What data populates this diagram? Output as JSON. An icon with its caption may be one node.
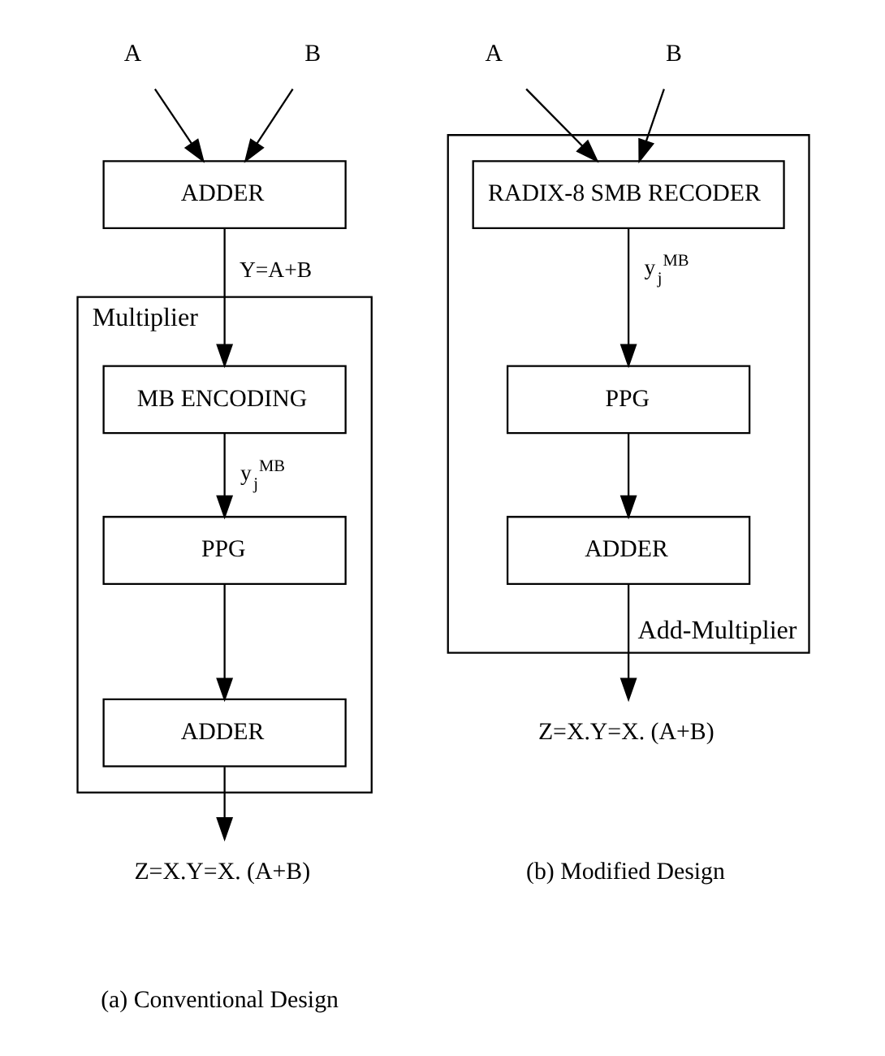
{
  "diagram": {
    "nodes": [
      {
        "text": [
          "A"
        ]
      },
      {
        "text": [
          "B"
        ]
      },
      {
        "text": [
          "ADDER"
        ]
      },
      {
        "text": [
          "Multiplier"
        ]
      },
      {
        "text": [
          "MB ENCODING"
        ],
        "in": 3
      },
      {
        "text": [
          "PPG"
        ],
        "in": 3
      },
      {
        "text": [
          "ADDER"
        ],
        "in": 3
      },
      {
        "text": [
          "Z=X.Y=X. (A+B)"
        ]
      },
      {
        "text": [
          "Add-Multiplier"
        ]
      },
      {
        "text": [
          "A"
        ]
      },
      {
        "text": [
          "B"
        ]
      },
      {
        "text": [
          "RADIX-8 SMB RECODER"
        ],
        "in": 8
      },
      {
        "text": [
          "PPG"
        ],
        "in": 8
      },
      {
        "text": [
          "ADDER"
        ],
        "in": 8
      },
      {
        "text": [
          "Z=X.Y=X. (A+B)"
        ]
      }
    ],
    "edges": [
      {
        "from": 0,
        "to": 2,
        "arrow": "to"
      },
      {
        "from": 1,
        "to": 2,
        "arrow": "to"
      },
      {
        "from": 2,
        "to": 4,
        "arrow": "to",
        "label": "Y=A+B"
      },
      {
        "from": 4,
        "to": 5,
        "arrow": "to",
        "label": "y$_{j}$$^{MB}$"
      },
      {
        "from": 5,
        "to": 6,
        "arrow": "to"
      },
      {
        "from": 6,
        "to": 7,
        "arrow": "to"
      },
      {
        "from": 9,
        "to": 11,
        "arrow": "to"
      },
      {
        "from": 10,
        "to": 11,
        "arrow": "to"
      },
      {
        "from": 11,
        "to": 12,
        "arrow": "to",
        "label": "y$_{j}$$^{MB}$"
      },
      {
        "from": 12,
        "to": 13,
        "arrow": "to"
      },
      {
        "from": 13,
        "to": 14,
        "arrow": "to"
      }
    ],
    "labels": [
      "(a) Conventional Design",
      "(b) Modified Design"
    ]
  }
}
